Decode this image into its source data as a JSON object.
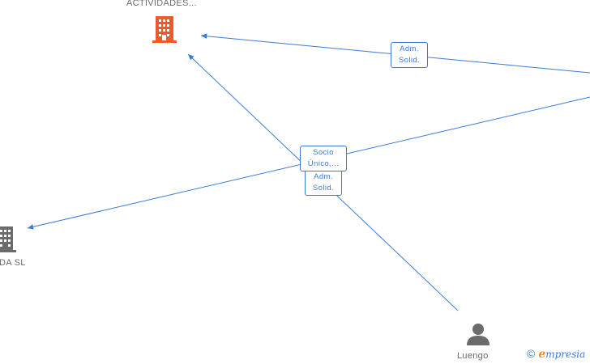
{
  "nodes": {
    "company_top": {
      "label": "ACTIVIDADES..."
    },
    "company_left": {
      "label": "DA  SL"
    },
    "person": {
      "label": "Luengo"
    }
  },
  "edges": {
    "top_right": {
      "line1": "Adm.",
      "line2": "Solid."
    },
    "center_a": {
      "line1": "Socio",
      "line2": "Único,..."
    },
    "center_b": {
      "line1": "Adm.",
      "line2": "Solid."
    }
  },
  "brand": {
    "copyright": "©",
    "e": "e",
    "rest": "mpresia"
  },
  "colors": {
    "edge": "#3a7bd5",
    "company_highlight": "#f05a28",
    "company": "#6b6b6b",
    "person": "#6b6b6b"
  }
}
